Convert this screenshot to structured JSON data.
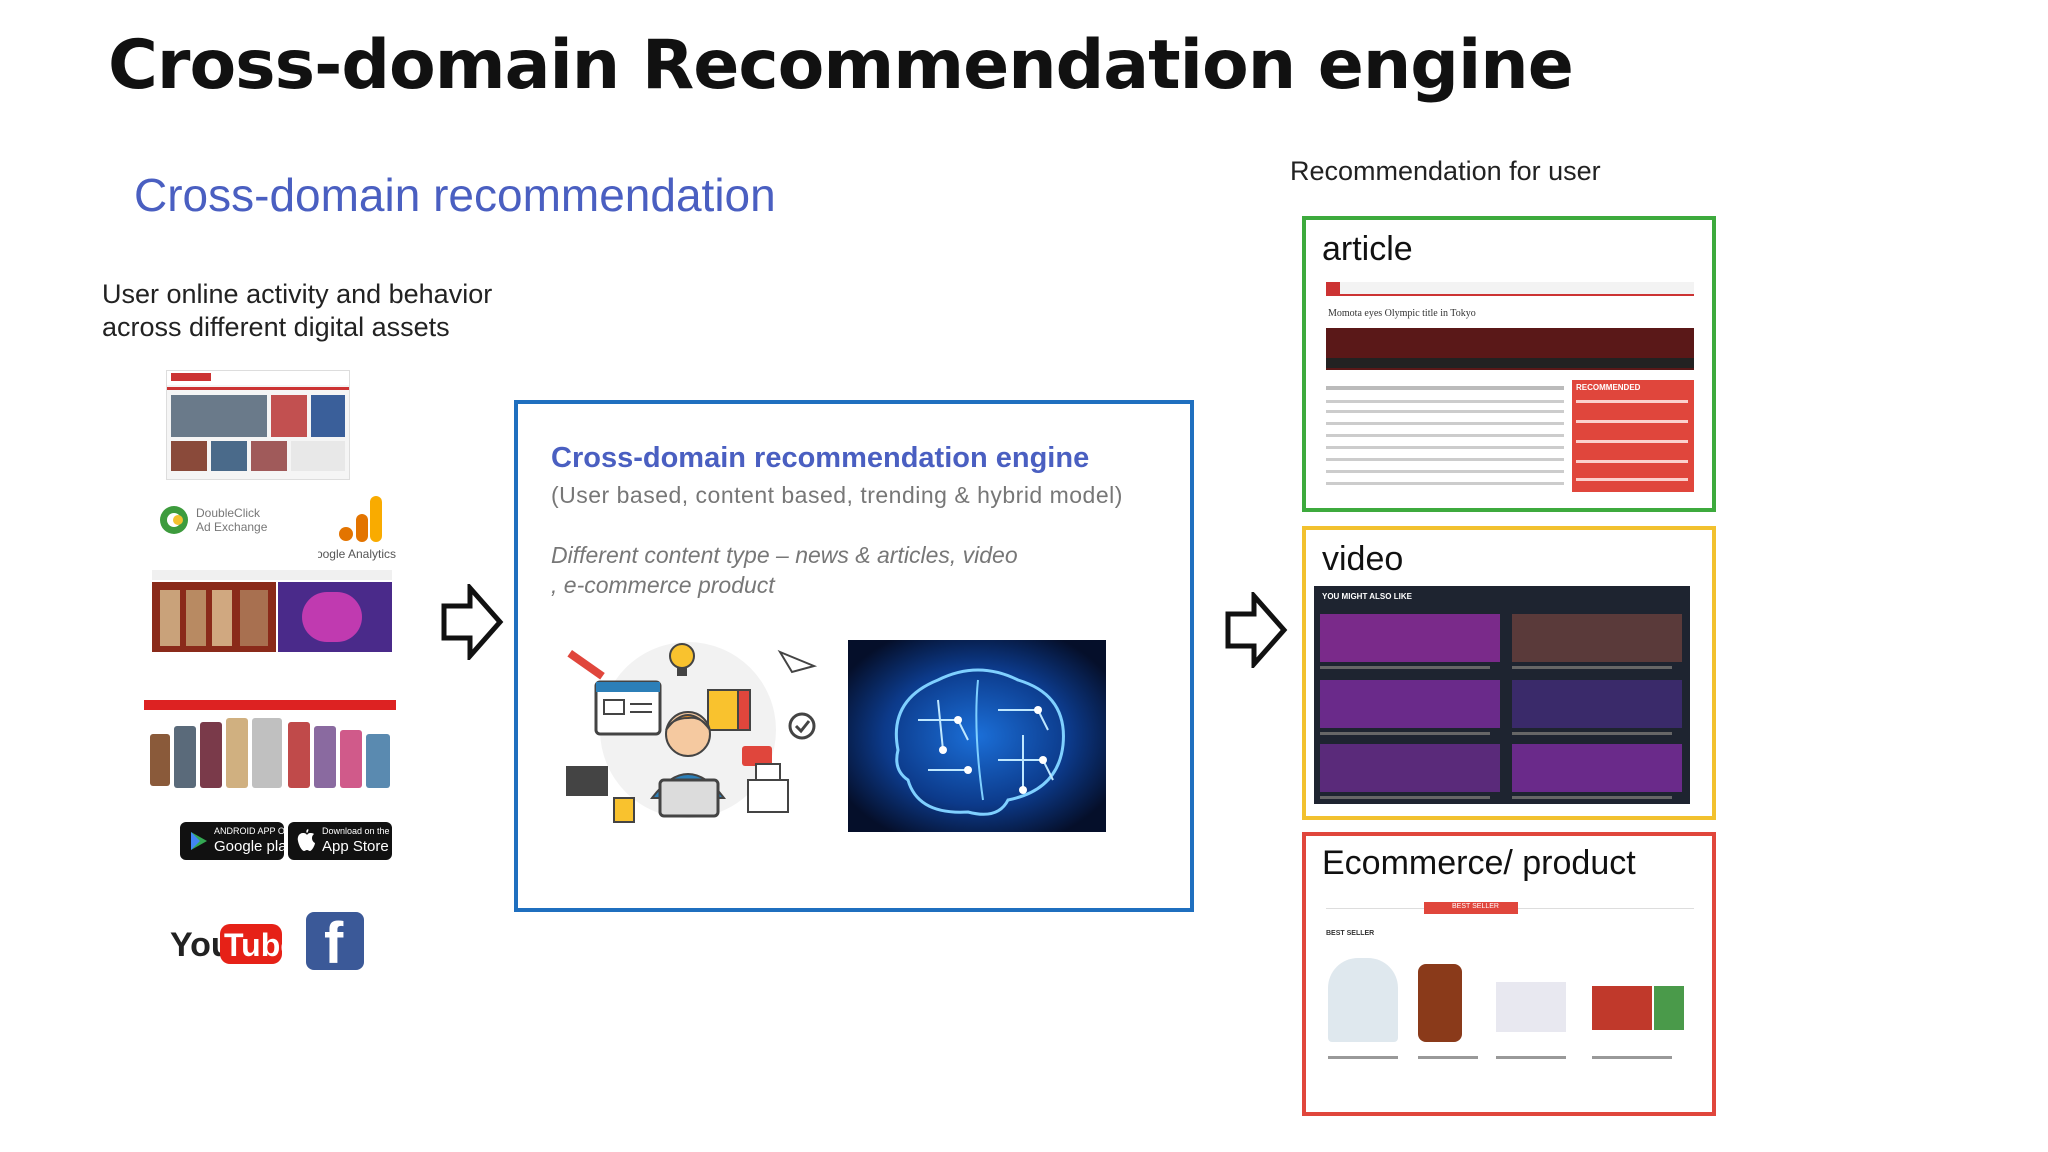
{
  "slide": {
    "title": "Cross-domain Recommendation engine",
    "section_heading": "Cross-domain recommendation"
  },
  "activity": {
    "caption_lines": [
      "User online activity and behavior",
      "across different digital assets"
    ],
    "doubleclick_line1": "DoubleClick",
    "doubleclick_line2": "Ad Exchange",
    "analytics_label": "Google Analytics",
    "google_play_small": "ANDROID APP ON",
    "google_play_big": "Google play",
    "app_store_small": "Download on the",
    "app_store_big": "App Store",
    "youtube_you": "You",
    "youtube_tube": "Tube",
    "facebook_letter": "f"
  },
  "engine": {
    "title": "Cross-domain recommendation engine",
    "models": "(User based, content based, trending & hybrid model)",
    "content_types_lines": [
      "Different content type – news & articles, video",
      ", e-commerce product"
    ]
  },
  "recommendations": {
    "heading": "Recommendation for user",
    "article_label": "article",
    "article_headline": "Momota eyes Olympic title in Tokyo",
    "article_sidebar_title": "RECOMMENDED",
    "video_label": "video",
    "video_strip_title": "YOU MIGHT ALSO LIKE",
    "product_label": "Ecommerce/ product",
    "product_tab_active": "BEST SELLER",
    "product_section": "BEST SELLER"
  },
  "colors": {
    "title_blue": "#4a5fc1",
    "engine_border": "#1f6fbf",
    "article_border": "#3daa3d",
    "video_border": "#f2c12e",
    "product_border": "#e0463c"
  },
  "icons": [
    "arrow-right-icon",
    "lightbulb-icon",
    "pencil-icon",
    "paper-plane-icon",
    "laptop-icon"
  ]
}
